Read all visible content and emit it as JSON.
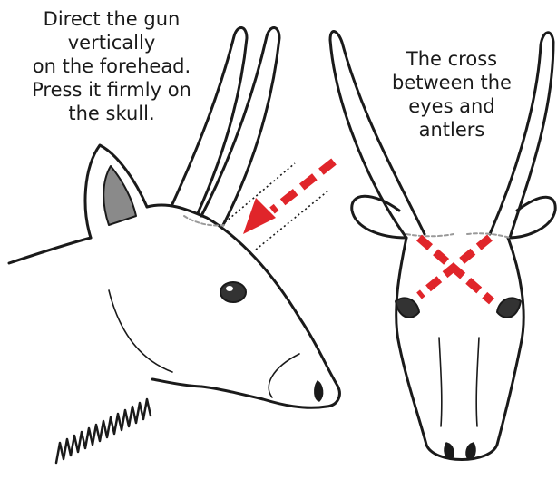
{
  "left_caption": {
    "lines": [
      "Direct the gun",
      "vertically",
      "on the forehead.",
      "Press it firmly on",
      "the skull."
    ]
  },
  "right_caption": {
    "lines": [
      "The cross",
      "between the",
      "eyes and",
      "antlers"
    ]
  },
  "colors": {
    "arrow": "#e0252a",
    "outline": "#1a1a1a",
    "ear_inner": "#8a8a8a",
    "eye": "#333333"
  }
}
